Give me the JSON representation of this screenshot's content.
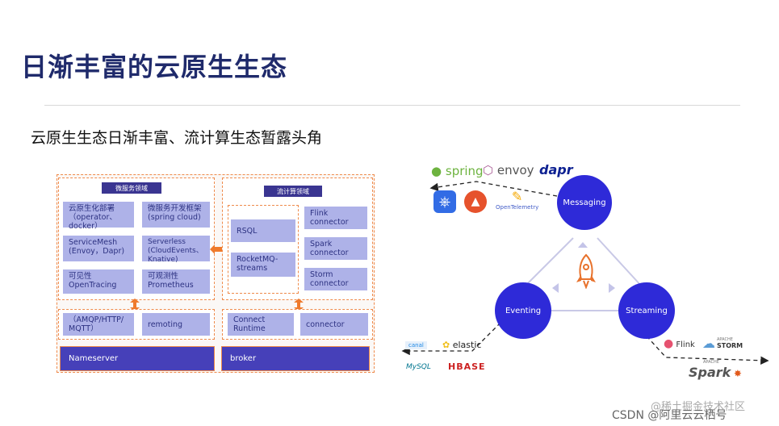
{
  "slide": {
    "title": "日渐丰富的云原生生态",
    "subtitle": "云原生生态日渐丰富、流计算生态暂露头角"
  },
  "left_diagram": {
    "microservice_tag": "微服务领域",
    "stream_tag": "流计算领域",
    "boxes": {
      "cloud_native": "云原生化部署\n（operator、docker）",
      "micro_framework": "微服务开发框架\n(spring cloud)",
      "servicemesh": "ServiceMesh\n(Envoy，Dapr)",
      "serverless": "Serverless\n(CloudEvents、Knative)",
      "observability": "可见性\nOpenTracing",
      "monitoring": "可观测性\nPrometheus",
      "rsql": "RSQL",
      "rocketmq_streams": "RocketMQ-\nstreams",
      "flink_connector": "Flink\nconnector",
      "spark_connector": "Spark\nconnector",
      "storm_connector": "Storm\nconnector",
      "protocols": "（AMQP/HTTP/\nMQTT）",
      "remoting": "remoting",
      "connect_runtime": "Connect\nRuntime",
      "connector": "connector",
      "nameserver": "Nameserver",
      "broker": "broker"
    }
  },
  "right_diagram": {
    "nodes": {
      "messaging": "Messaging",
      "eventing": "Eventing",
      "streaming": "Streaming"
    },
    "logos": {
      "spring": "spring",
      "envoy": "envoy",
      "dapr": "dapr",
      "opentelemetry": "OpenTelemetry",
      "canal": "canal",
      "elastic": "elastic",
      "mysql": "MySQL",
      "hbase": "HBASE",
      "flink": "Flink",
      "storm_small": "APACHE",
      "storm": "STORM",
      "spark_small": "APACHE",
      "spark": "Spark"
    },
    "colors": {
      "node": "#2e2ad8",
      "spring": "#6db33f",
      "envoy": "#ac6199",
      "dapr": "#0d2192",
      "rocket": "#e8722c"
    }
  },
  "watermark": {
    "line1": "@稀土掘金技术社区",
    "line2": "CSDN @阿里云云栖号"
  }
}
